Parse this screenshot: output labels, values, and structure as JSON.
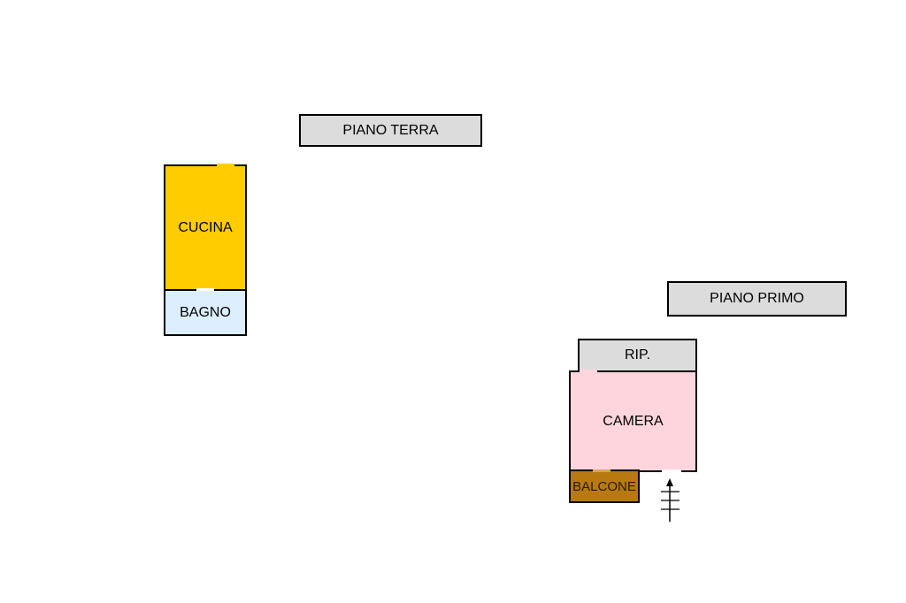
{
  "floors": {
    "ground": "PIANO TERRA",
    "first": "PIANO PRIMO"
  },
  "rooms": {
    "kitchen": "CUCINA",
    "bathroom": "BAGNO",
    "storage": "RIP.",
    "bedroom": "CAMERA",
    "balcony": "BALCONE"
  },
  "colors": {
    "kitchen": "#ffcc00",
    "bathroom": "#dceeff",
    "storage": "#dcdcdc",
    "bedroom": "#ffd5dd",
    "balcony": "#b87a10",
    "floor_label": "#dcdcdc"
  },
  "icons": {
    "stairs": "stairs-arrow-icon"
  }
}
